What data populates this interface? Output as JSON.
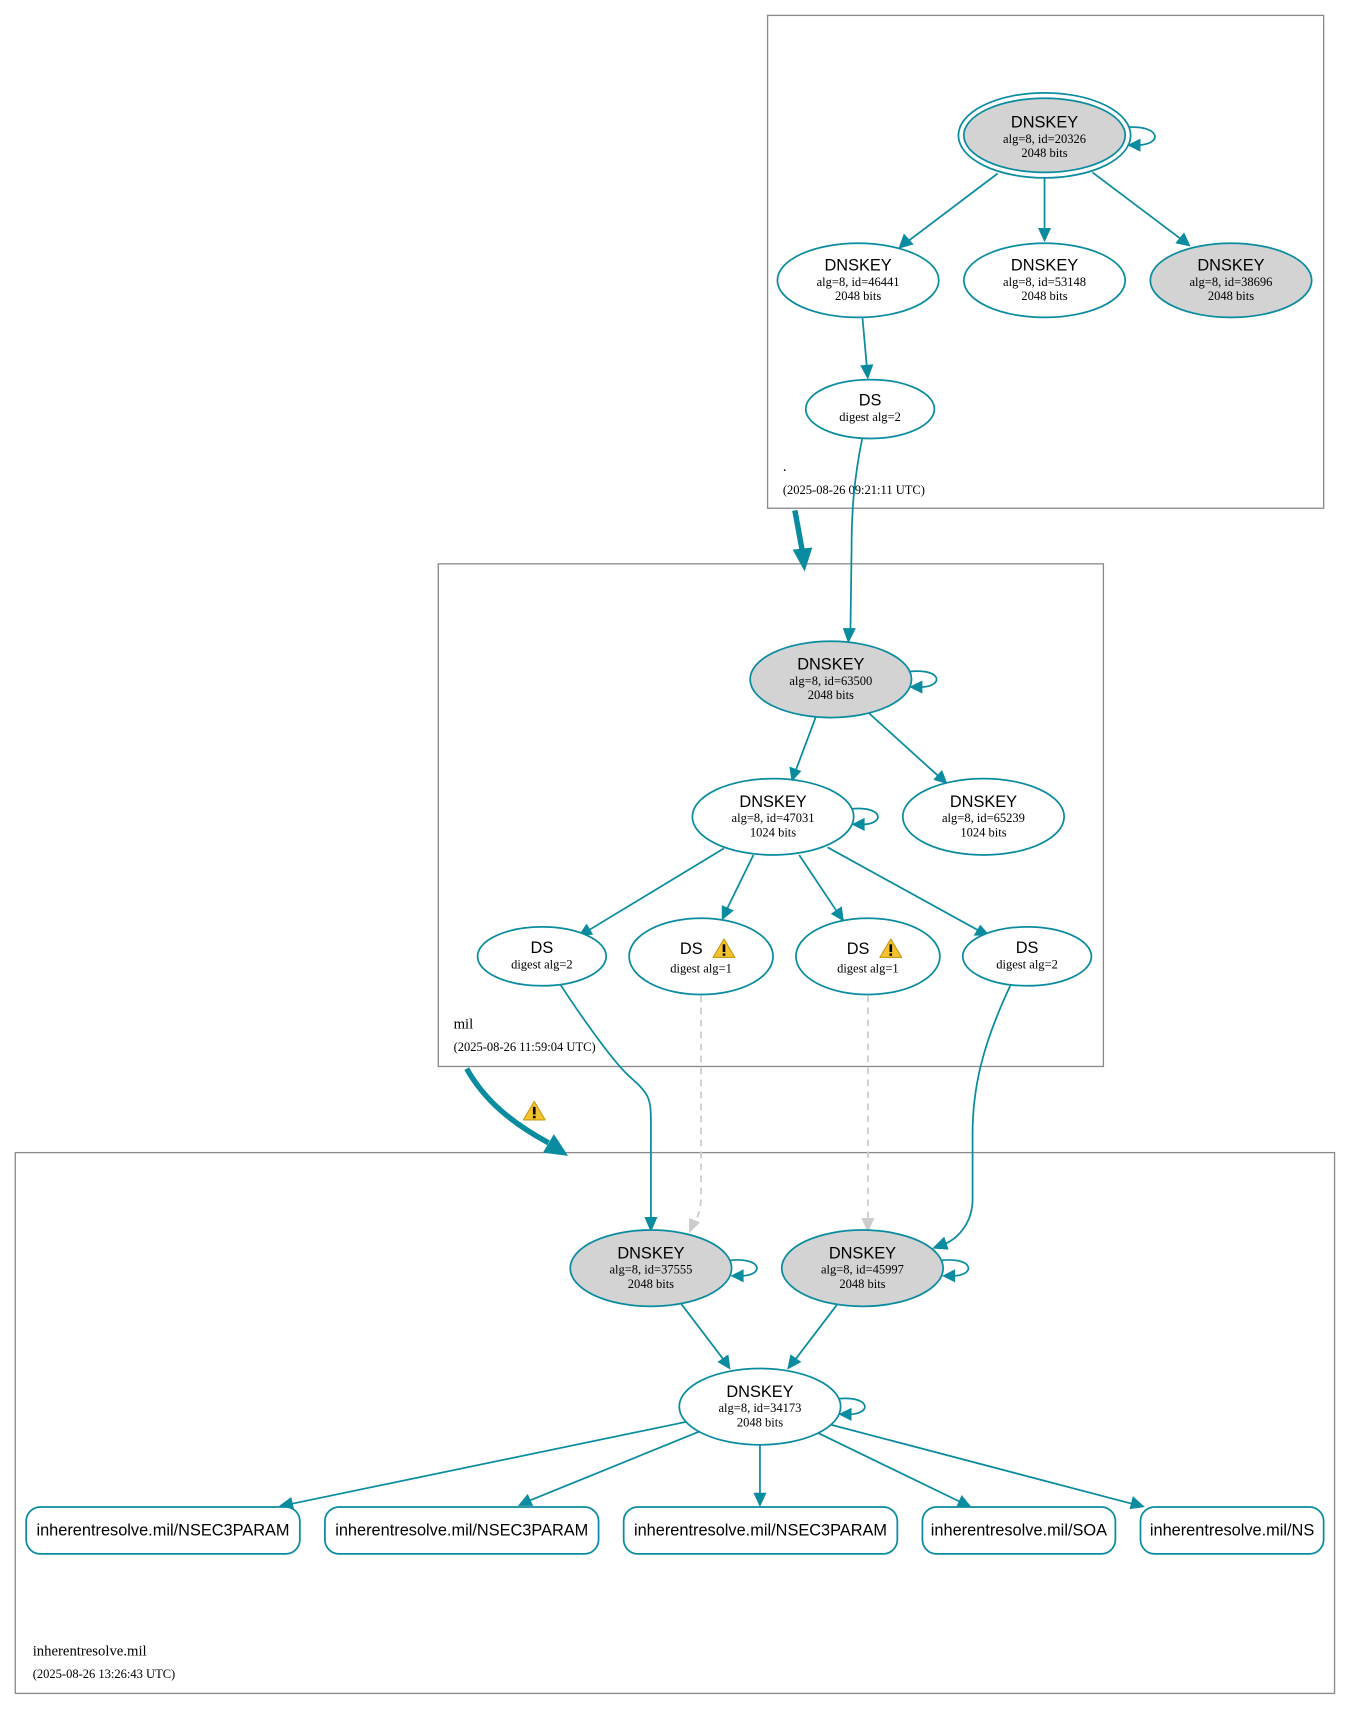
{
  "colors": {
    "edge": "#0a8ca0",
    "dashed_edge": "#cccccc",
    "ksk_fill": "#d3d3d3",
    "zsk_fill": "#ffffff",
    "warning_fill": "#f2c230",
    "zone_border": "#8a8a8a"
  },
  "zones": {
    "root": {
      "name": ".",
      "timestamp": "(2025-08-26 09:21:11 UTC)"
    },
    "mil": {
      "name": "mil",
      "timestamp": "(2025-08-26 11:59:04 UTC)"
    },
    "inherentresolve": {
      "name": "inherentresolve.mil",
      "timestamp": "(2025-08-26 13:26:43 UTC)"
    }
  },
  "nodes": {
    "root_ksk": {
      "type": "DNSKEY",
      "info": "alg=8, id=20326",
      "size": "2048 bits",
      "trust_anchor": true,
      "sep": true,
      "self_signed": true
    },
    "root_k46441": {
      "type": "DNSKEY",
      "info": "alg=8, id=46441",
      "size": "2048 bits"
    },
    "root_k53148": {
      "type": "DNSKEY",
      "info": "alg=8, id=53148",
      "size": "2048 bits"
    },
    "root_k38696": {
      "type": "DNSKEY",
      "info": "alg=8, id=38696",
      "size": "2048 bits",
      "sep": true
    },
    "root_ds": {
      "type": "DS",
      "info": "digest alg=2"
    },
    "mil_k63500": {
      "type": "DNSKEY",
      "info": "alg=8, id=63500",
      "size": "2048 bits",
      "sep": true,
      "self_signed": true
    },
    "mil_k47031": {
      "type": "DNSKEY",
      "info": "alg=8, id=47031",
      "size": "1024 bits",
      "self_signed": true
    },
    "mil_k65239": {
      "type": "DNSKEY",
      "info": "alg=8, id=65239",
      "size": "1024 bits"
    },
    "mil_ds1": {
      "type": "DS",
      "info": "digest alg=2"
    },
    "mil_ds2": {
      "type": "DS",
      "info": "digest alg=1",
      "warning": true
    },
    "mil_ds3": {
      "type": "DS",
      "info": "digest alg=1",
      "warning": true
    },
    "mil_ds4": {
      "type": "DS",
      "info": "digest alg=2"
    },
    "ir_k37555": {
      "type": "DNSKEY",
      "info": "alg=8, id=37555",
      "size": "2048 bits",
      "sep": true,
      "self_signed": true
    },
    "ir_k45997": {
      "type": "DNSKEY",
      "info": "alg=8, id=45997",
      "size": "2048 bits",
      "sep": true,
      "self_signed": true
    },
    "ir_k34173": {
      "type": "DNSKEY",
      "info": "alg=8, id=34173",
      "size": "2048 bits",
      "self_signed": true
    }
  },
  "records": [
    {
      "label": "inherentresolve.mil/NSEC3PARAM"
    },
    {
      "label": "inherentresolve.mil/NSEC3PARAM"
    },
    {
      "label": "inherentresolve.mil/NSEC3PARAM"
    },
    {
      "label": "inherentresolve.mil/SOA"
    },
    {
      "label": "inherentresolve.mil/NS"
    }
  ],
  "delegations": [
    {
      "from": ".",
      "to": "mil",
      "status": "secure"
    },
    {
      "from": "mil",
      "to": "inherentresolve.mil",
      "status": "secure",
      "warning": true
    }
  ]
}
